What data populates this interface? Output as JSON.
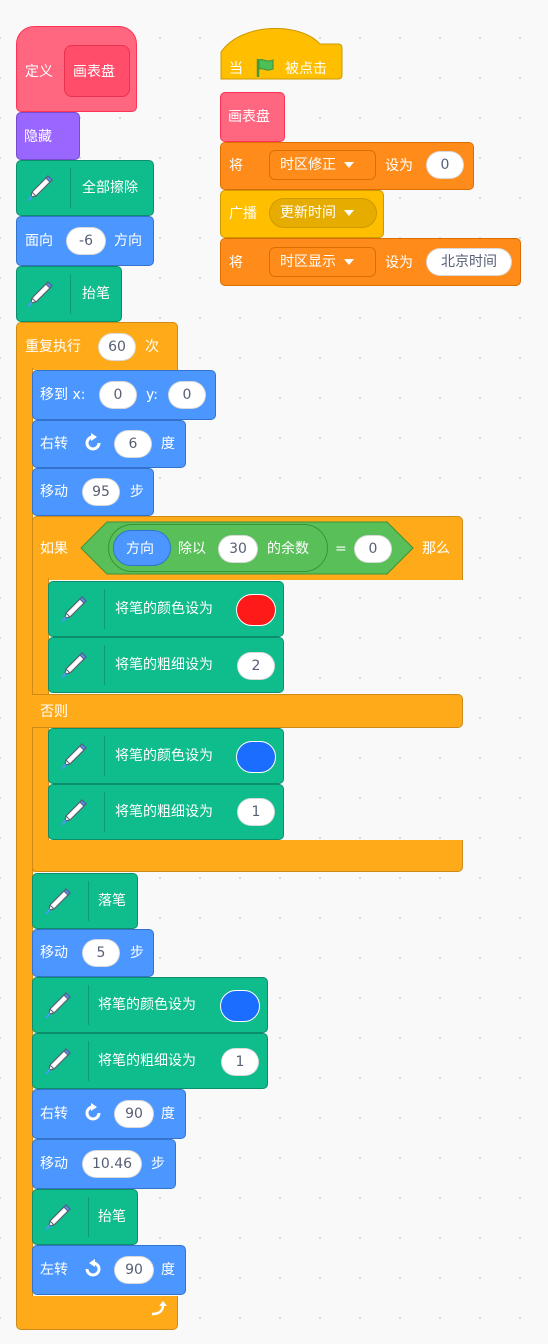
{
  "define_block": {
    "define_label": "定义",
    "proc_name": "画表盘"
  },
  "hide_label": "隐藏",
  "clear_label": "全部擦除",
  "point_dir": {
    "label": "面向",
    "value": "-6",
    "suffix": "方向"
  },
  "penup_label": "抬笔",
  "repeat": {
    "label": "重复执行",
    "count": "60",
    "suffix": "次"
  },
  "goto": {
    "label": "移到 x:",
    "x": "0",
    "y_label": "y:",
    "y": "0"
  },
  "turn_right_1": {
    "label": "右转",
    "value": "6",
    "suffix": "度"
  },
  "move_1": {
    "label": "移动",
    "value": "95",
    "suffix": "步"
  },
  "ifelse": {
    "if_label": "如果",
    "reporter": "方向",
    "mod_label": "除以",
    "mod_value": "30",
    "mod_suffix": "的余数",
    "eq": "=",
    "eq_value": "0",
    "then_label": "那么",
    "else_label": "否则"
  },
  "set_color_red": {
    "label": "将笔的颜色设为",
    "color": "#ff1a1a"
  },
  "set_size_2": {
    "label": "将笔的粗细设为",
    "value": "2"
  },
  "set_color_blue": {
    "label": "将笔的颜色设为",
    "color": "#1a6dff"
  },
  "set_size_1": {
    "label": "将笔的粗细设为",
    "value": "1"
  },
  "pendown_label": "落笔",
  "move_2": {
    "label": "移动",
    "value": "5",
    "suffix": "步"
  },
  "set_color_blue_2": {
    "label": "将笔的颜色设为",
    "color": "#1a6dff"
  },
  "set_size_1b": {
    "label": "将笔的粗细设为",
    "value": "1"
  },
  "turn_right_2": {
    "label": "右转",
    "value": "90",
    "suffix": "度"
  },
  "move_3": {
    "label": "移动",
    "value": "10.46",
    "suffix": "步"
  },
  "penup_label_2": "抬笔",
  "turn_left": {
    "label": "左转",
    "value": "90",
    "suffix": "度"
  },
  "script2": {
    "hat_when": "当",
    "hat_clicked": "被点击",
    "call_proc": "画表盘",
    "set_var_1": {
      "label": "将",
      "var": "时区修正",
      "to": "设为",
      "value": "0"
    },
    "broadcast": {
      "label": "广播",
      "message": "更新时间"
    },
    "set_var_2": {
      "label": "将",
      "var": "时区显示",
      "to": "设为",
      "value": "北京时间"
    }
  },
  "colors": {
    "control": "#ffab19",
    "motion": "#4c97ff",
    "pen": "#0fbd8c",
    "looks": "#9966ff",
    "myblocks": "#ff6680",
    "variables": "#ff8c1a",
    "events": "#ffbf00",
    "operators": "#59c059"
  }
}
